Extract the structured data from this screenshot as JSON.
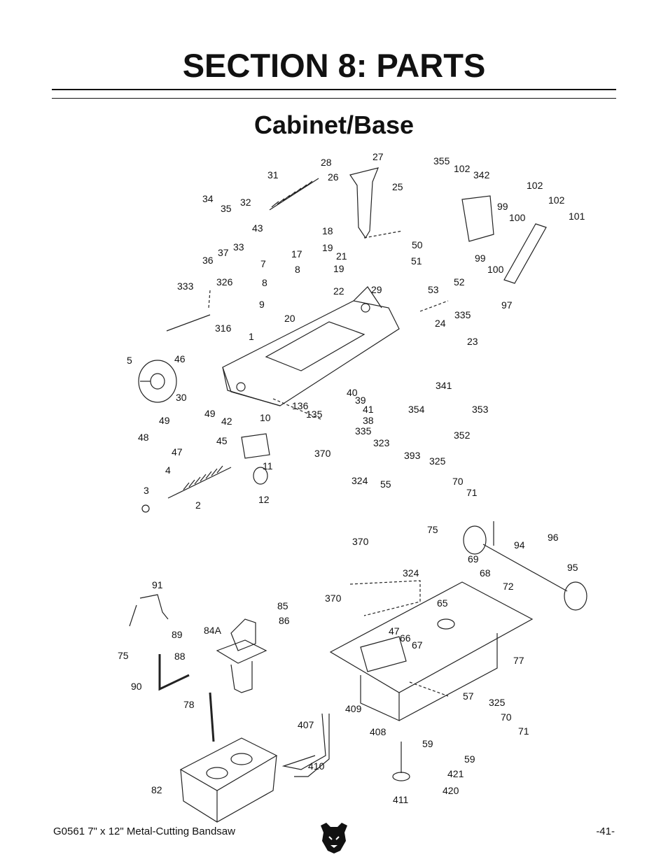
{
  "header": {
    "section_title": "SECTION 8: PARTS",
    "subtitle": "Cabinet/Base"
  },
  "diagram": {
    "part_labels": [
      "28",
      "27",
      "26",
      "25",
      "31",
      "34",
      "35",
      "32",
      "43",
      "33",
      "37",
      "36",
      "18",
      "7",
      "17",
      "19",
      "21",
      "8",
      "8",
      "19",
      "9",
      "22",
      "20",
      "50",
      "51",
      "52",
      "29",
      "53",
      "335",
      "24",
      "23",
      "333",
      "326",
      "316",
      "1",
      "355",
      "102",
      "342",
      "102",
      "99",
      "100",
      "102",
      "101",
      "99",
      "100",
      "97",
      "5",
      "46",
      "30",
      "49",
      "42",
      "49",
      "48",
      "45",
      "47",
      "10",
      "136",
      "135",
      "40",
      "39",
      "41",
      "38",
      "341",
      "354",
      "353",
      "352",
      "4",
      "3",
      "2",
      "11",
      "12",
      "370",
      "335",
      "323",
      "324",
      "55",
      "393",
      "325",
      "70",
      "71",
      "75",
      "370",
      "324",
      "69",
      "68",
      "94",
      "96",
      "95",
      "72",
      "65",
      "77",
      "91",
      "89",
      "75",
      "85",
      "86",
      "84A",
      "88",
      "90",
      "78",
      "82",
      "47",
      "66",
      "67",
      "370",
      "57",
      "325",
      "70",
      "71",
      "409",
      "407",
      "408",
      "410",
      "59",
      "59",
      "421",
      "420",
      "411"
    ]
  },
  "footer": {
    "left_text": "G0561 7\" x 12\" Metal-Cutting Bandsaw",
    "right_text": "-41-",
    "logo_icon": "grizzly-bear-logo-icon"
  }
}
